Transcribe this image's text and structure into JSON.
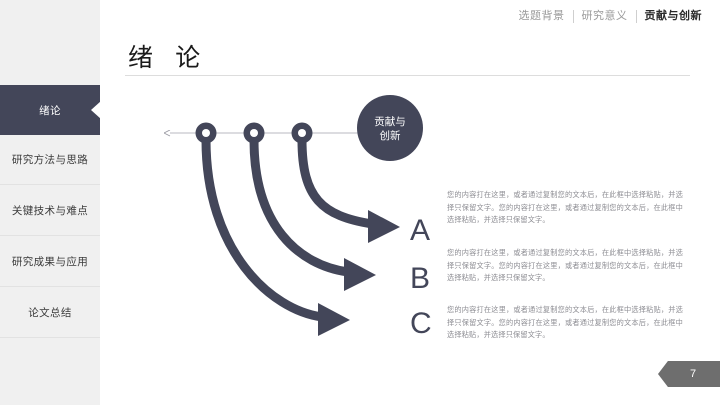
{
  "slide": {
    "title": "绪  论",
    "page_number": "7",
    "accent_dark": "#434659",
    "sidebar_bg": "#f0f0f0",
    "body_text_color": "#8d8d93",
    "page_badge_color": "#6e6e6e"
  },
  "topnav": {
    "items": [
      {
        "label": "选题背景",
        "active": false
      },
      {
        "label": "研究意义",
        "active": false
      },
      {
        "label": "贡献与创新",
        "active": true
      }
    ]
  },
  "sidebar": {
    "items": [
      {
        "label": "绪论",
        "active": true
      },
      {
        "label": "研究方法与思路",
        "active": false
      },
      {
        "label": "关键技术与难点",
        "active": false
      },
      {
        "label": "研究成果与应用",
        "active": false
      },
      {
        "label": "论文总结",
        "active": false
      }
    ]
  },
  "diagram": {
    "hub": {
      "line1": "贡献与",
      "line2": "创新"
    },
    "branches": [
      {
        "letter": "A",
        "text": "您的内容打在这里，或者通过复制您的文本后，在此框中选择粘贴，并选择只保留文字。您的内容打在这里，或者通过复制您的文本后，在此框中选择粘贴，并选择只保留文字。"
      },
      {
        "letter": "B",
        "text": "您的内容打在这里，或者通过复制您的文本后，在此框中选择粘贴，并选择只保留文字。您的内容打在这里，或者通过复制您的文本后，在此框中选择粘贴，并选择只保留文字。"
      },
      {
        "letter": "C",
        "text": "您的内容打在这里，或者通过复制您的文本后，在此框中选择粘贴，并选择只保留文字。您的内容打在这里，或者通过复制您的文本后，在此框中选择粘贴，并选择只保留文字。"
      }
    ]
  }
}
